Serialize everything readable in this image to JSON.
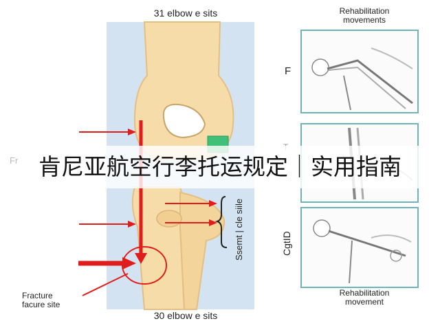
{
  "diagram": {
    "top_caption": "31 elbow e sits",
    "bottom_caption": "30 elbow e sits",
    "fracture_label_line1": "Fracture",
    "fracture_label_line2": "facure site",
    "side_text": "Ssemt | cle siile",
    "rehab_top_title_line1": "Rehabilitation",
    "rehab_top_title_line2": "movements",
    "rehab_bottom_title_line1": "Rehabilitation",
    "rehab_bottom_title_line2": "movement",
    "side_letter_f": "F",
    "side_letter_t": "T",
    "side_letter_c": "CgtID"
  },
  "banner": {
    "title": "肯尼亚航空行李托运规定｜实用指南",
    "ghost": "Fr"
  },
  "colors": {
    "bone": "#f5d9a6",
    "bone_shade": "#e8c488",
    "arrow": "#e01d1d",
    "panel_border": "#6fb3b8",
    "background_strip": "#cfe0ef",
    "cartilage": "#3fbf77"
  }
}
